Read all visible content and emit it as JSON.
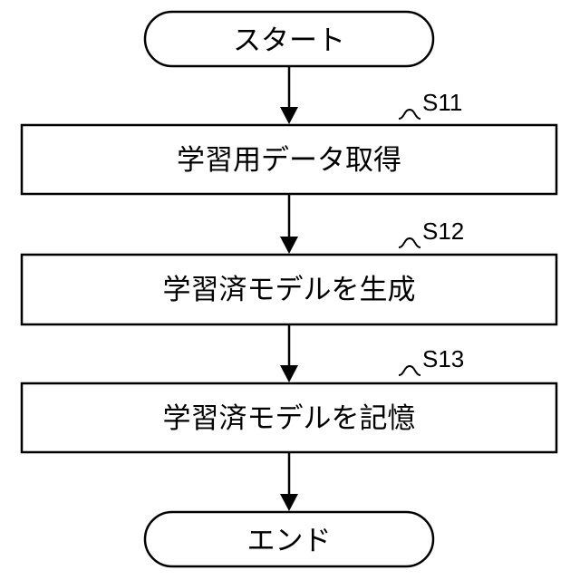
{
  "flowchart": {
    "start": {
      "label": "スタート"
    },
    "steps": [
      {
        "id": "S11",
        "label": "学習用データ取得"
      },
      {
        "id": "S12",
        "label": "学習済モデルを生成"
      },
      {
        "id": "S13",
        "label": "学習済モデルを記憶"
      }
    ],
    "end": {
      "label": "エンド"
    }
  },
  "colors": {
    "stroke": "#000000",
    "fill": "#ffffff"
  }
}
